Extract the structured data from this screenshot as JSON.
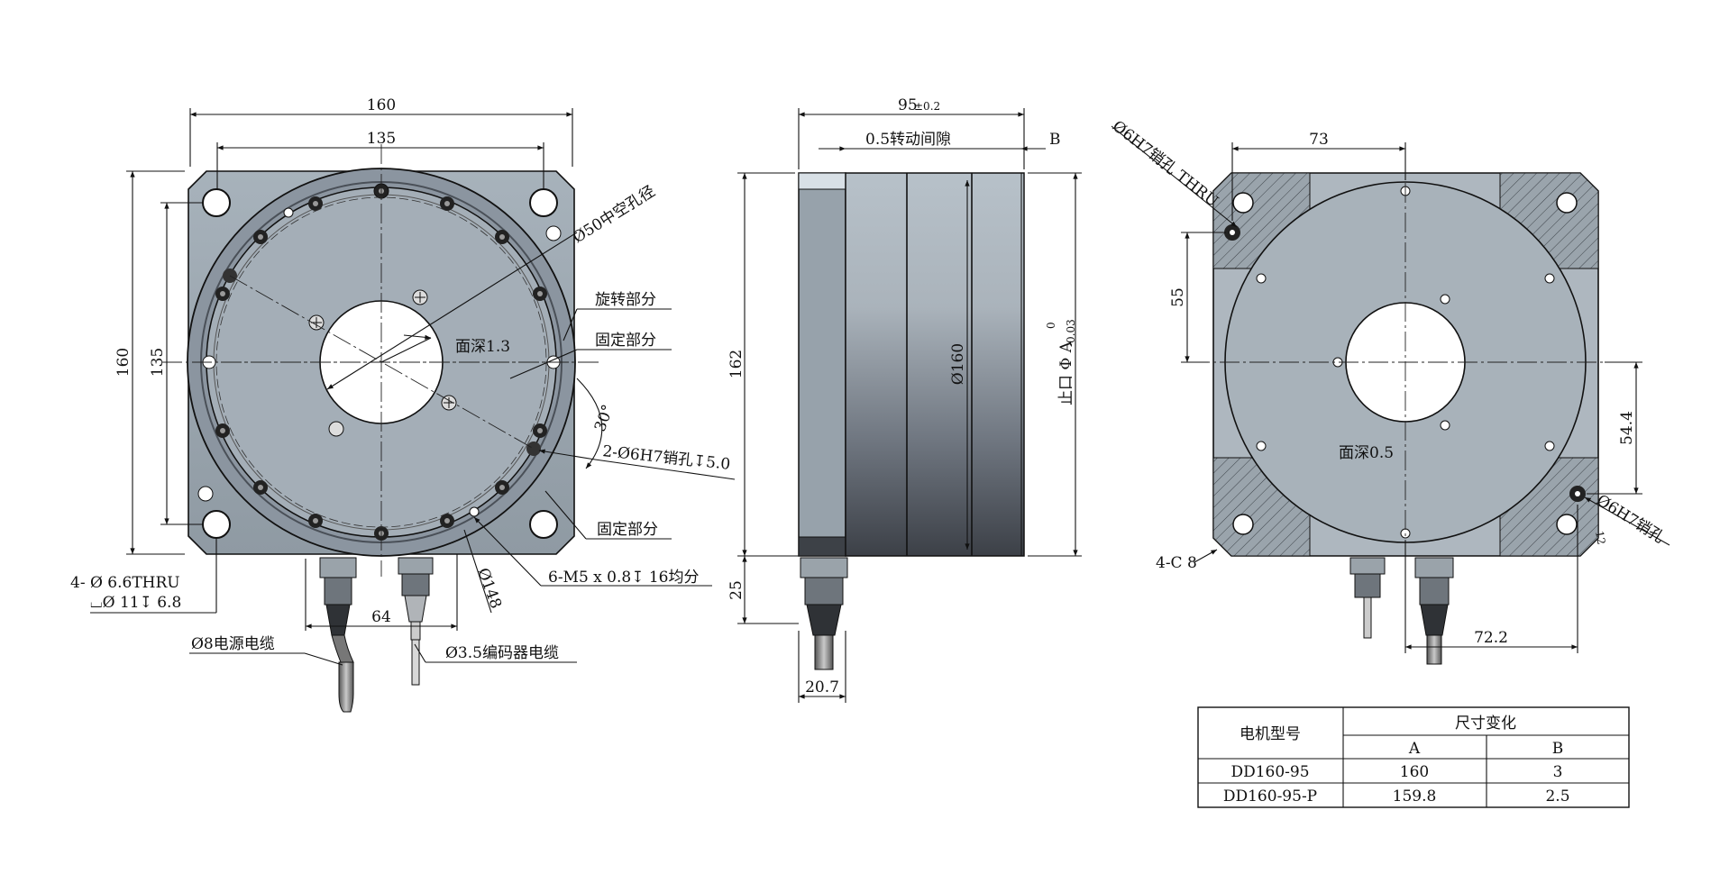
{
  "front_view": {
    "dim_width": "160",
    "dim_hole_spacing_x": "135",
    "dim_height": "160",
    "dim_hole_spacing_y": "135",
    "hollow_dia": "Ø50中空孔径",
    "face_depth": "面深1.3",
    "rotating_part": "旋转部分",
    "fixed_part_1": "固定部分",
    "angle": "30°",
    "pin_hole": "2-Ø6H7销孔↧5.0",
    "fixed_part_2": "固定部分",
    "pcd": "Ø148",
    "thread": "6-M5 x 0.8↧ 16均分",
    "mount_hole_1": "4- Ø 6.6THRU",
    "mount_hole_2": "⌴Ø 11↧ 6.8",
    "cable_spacing": "64",
    "power_cable": "Ø8电源电缆",
    "encoder_cable": "Ø3.5编码器电缆"
  },
  "side_view": {
    "dim_length": "95",
    "dim_length_tol": "±0.2",
    "gap": "0.5转动间隙",
    "dim_b": "B",
    "dim_height": "162",
    "dim_dia": "Ø160",
    "spigot": "止口 Φ A",
    "spigot_tol_upper": "0",
    "spigot_tol_lower": "-0.03",
    "dim_cable_h": "25",
    "dim_cable_w": "20.7"
  },
  "back_view": {
    "dim_73": "73",
    "pin_hole_thru": "Ø6H7销孔 THRU",
    "dim_55": "55",
    "face_depth": "面深0.5",
    "dim_54_4": "54.4",
    "pin_hole": "Ø6H7销孔",
    "dim_12": "12",
    "chamfer": "4-C 8",
    "dim_72_2": "72.2"
  },
  "table": {
    "col_model": "电机型号",
    "col_group": "尺寸变化",
    "col_a": "A",
    "col_b": "B",
    "rows": [
      {
        "model": "DD160-95",
        "a": "160",
        "b": "3"
      },
      {
        "model": "DD160-95-P",
        "a": "159.8",
        "b": "2.5"
      }
    ]
  }
}
